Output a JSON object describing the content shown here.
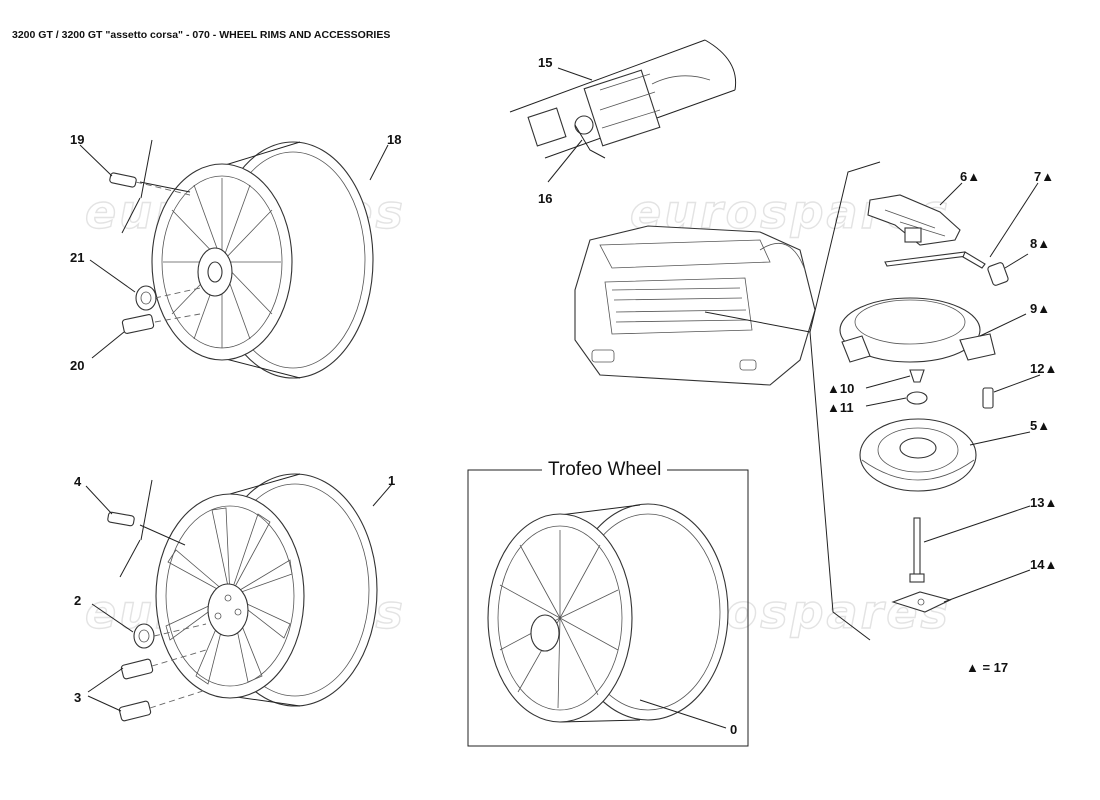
{
  "header": {
    "title": "3200 GT / 3200 GT \"assetto corsa\" - 070 - WHEEL RIMS AND ACCESSORIES"
  },
  "watermark": {
    "text": "eurospares",
    "color": "#e3e3e3"
  },
  "trofeo": {
    "title": "Trofeo Wheel"
  },
  "legend": {
    "text": "▲ = 17"
  },
  "callouts": {
    "c0": "0",
    "c1": "1",
    "c2": "2",
    "c3": "3",
    "c4": "4",
    "c5": "5▲",
    "c6": "6▲",
    "c7": "7▲",
    "c8": "8▲",
    "c9": "9▲",
    "c10": "▲10",
    "c11": "▲11",
    "c12": "12▲",
    "c13": "13▲",
    "c14": "14▲",
    "c15": "15",
    "c16": "16",
    "c18": "18",
    "c19": "19",
    "c20": "20",
    "c21": "21"
  }
}
